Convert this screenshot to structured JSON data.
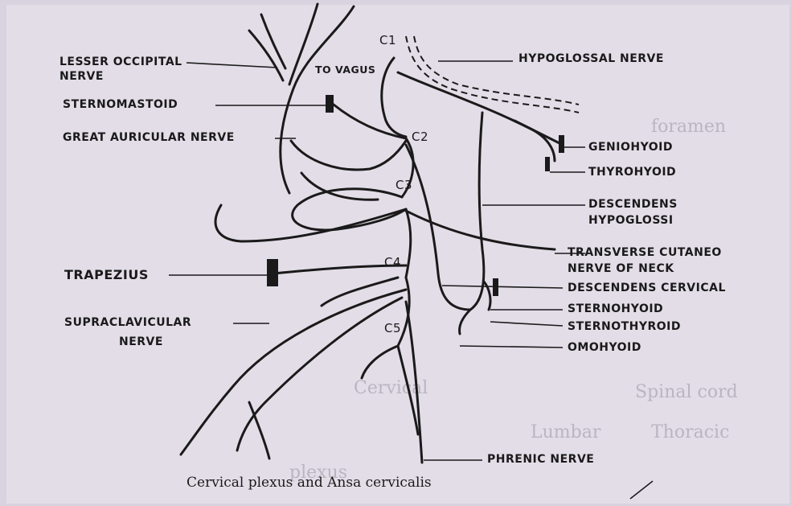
{
  "labels": {
    "lesser_occipital": "LESSER OCCIPITAL",
    "lesser_occipital_2": "NERVE",
    "sternomastoid": "STERNOMASTOID",
    "great_auricular": "GREAT AURICULAR NERVE",
    "to_vagus": "TO VAGUS",
    "hypoglossal": "HYPOGLOSSAL NERVE",
    "geniohyoid": "GENIOHYOID",
    "thyrohyoid": "THYROHYOID",
    "descendens_hypoglossi": "DESCENDENS",
    "descendens_hypoglossi_2": "HYPOGLOSSI",
    "transverse_cutaneous": "TRANSVERSE CUTANEO",
    "transverse_cutaneous_2": "NERVE OF NECK",
    "descendens_cervical": "DESCENDENS CERVICAL",
    "sternohyoid": "STERNOHYOID",
    "sternothyroid": "STERNOTHYROID",
    "omohyoid": "OMOHYOID",
    "trapezius": "TRAPEZIUS",
    "supraclavicular": "SUPRACLAVICULAR",
    "supraclavicular_2": "NERVE",
    "phrenic": "PHRENIC NERVE",
    "c1": "C1",
    "c2": "C2",
    "c3": "C3",
    "c4": "C4",
    "c5": "C5"
  },
  "caption": "Cervical plexus and Ansa cervicalis",
  "background_text": [
    "Cervical",
    "Spinal cord",
    "Lumbar",
    "Thoracic",
    "plexus",
    "foramen"
  ],
  "colors": {
    "ink": "#1a1a1a",
    "paper": "#e3dde8",
    "ghost": "#9c93a3"
  }
}
